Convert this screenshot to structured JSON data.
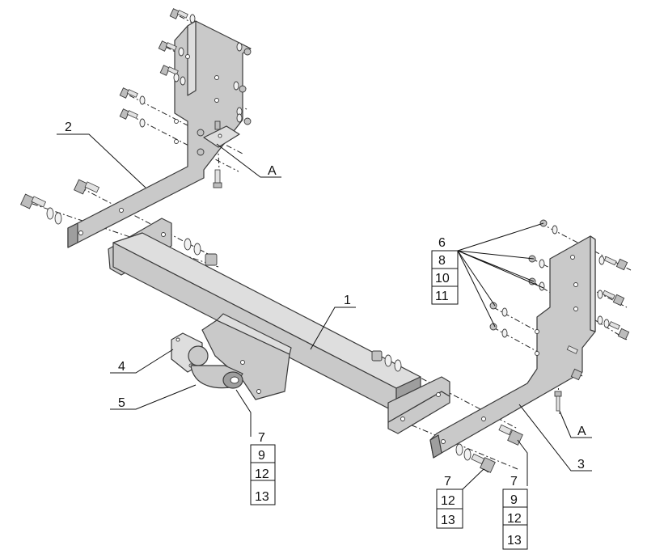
{
  "labels": {
    "part1": "1",
    "part2": "2",
    "part3": "3",
    "part4": "4",
    "part5": "5",
    "ref_a_top": "A",
    "ref_a_right": "A"
  },
  "stack_right_top": [
    "6",
    "8",
    "10",
    "11"
  ],
  "stack_ball": [
    "7",
    "9",
    "12",
    "13"
  ],
  "stack_bottom_left": [
    "7",
    "12",
    "13"
  ],
  "stack_bottom_right": [
    "7",
    "9",
    "12",
    "13"
  ]
}
